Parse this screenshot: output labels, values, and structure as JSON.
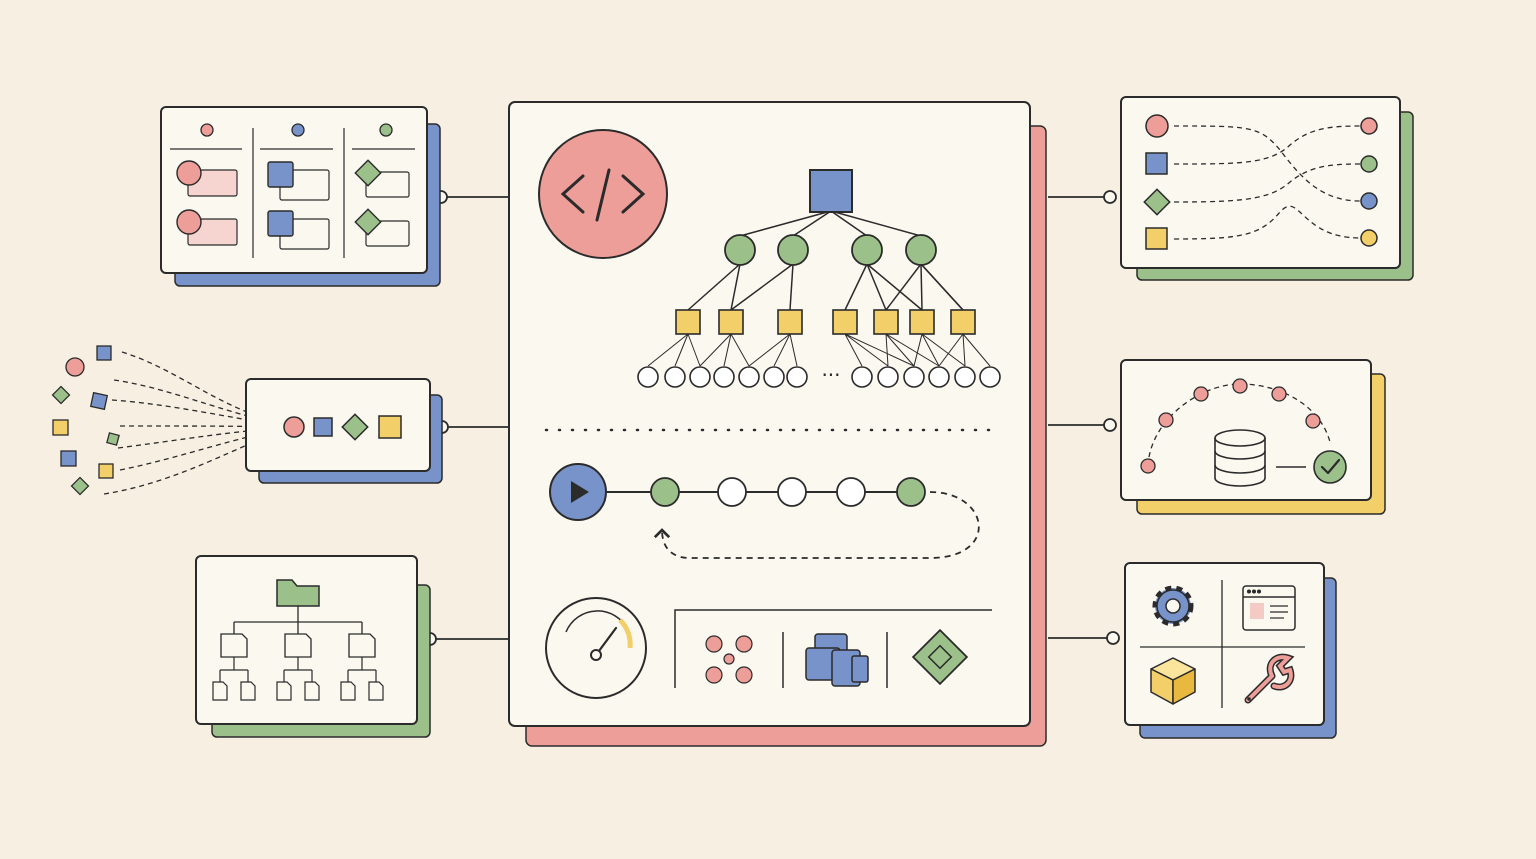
{
  "colors": {
    "background": "#f6efe2",
    "panel": "#fbf8f0",
    "ink": "#2b2b2b",
    "pink": "#ee9e98",
    "blue": "#7893c9",
    "green": "#9cc08a",
    "yellow": "#f3cf6a",
    "white": "#ffffff"
  },
  "icons": {
    "center_badge": "code-brackets-icon",
    "play": "play-icon",
    "gauge": "speedometer-icon",
    "database": "database-icon",
    "check": "check-icon",
    "gear": "gear-icon",
    "browser": "browser-window-icon",
    "cube": "cube-icon",
    "wrench": "wrench-icon",
    "folder": "folder-icon"
  },
  "tree": {
    "root_count": 1,
    "mid_count": 4,
    "leaf_count": 7,
    "circle_left_count": 7,
    "circle_right_count": 6,
    "ellipsis": "···"
  },
  "pipeline": {
    "nodes": [
      "green",
      "white",
      "white",
      "white",
      "green"
    ],
    "return_arrow_glyph": "^"
  },
  "kanban": {
    "columns": [
      "pink",
      "blue",
      "green"
    ]
  },
  "matching": {
    "left": [
      "pink-circle",
      "blue-square",
      "green-diamond",
      "yellow-square"
    ],
    "right": [
      "pink",
      "green",
      "blue",
      "yellow"
    ]
  },
  "streams": {
    "scatter_count": 9,
    "sorted": [
      "pink-circle",
      "blue-square",
      "green-diamond",
      "yellow-square"
    ]
  }
}
